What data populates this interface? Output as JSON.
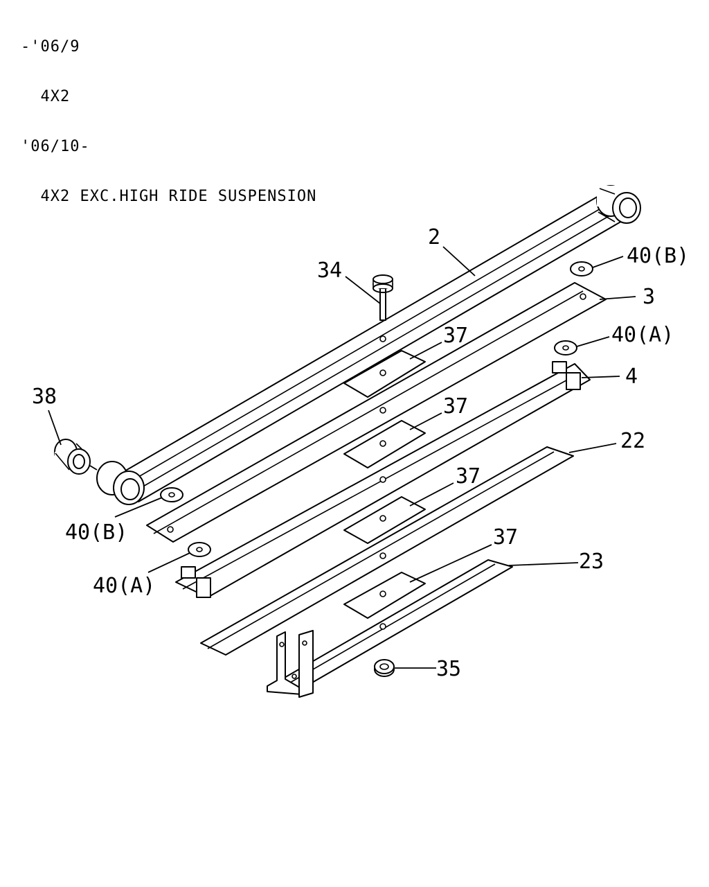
{
  "header": {
    "line1": "-'06/9",
    "line2": "  4X2",
    "line3": "'06/10-",
    "line4": "  4X2 EXC.HIGH RIDE SUSPENSION"
  },
  "callouts": {
    "c2": "2",
    "c3": "3",
    "c4": "4",
    "c22": "22",
    "c23": "23",
    "c34": "34",
    "c35": "35",
    "c37a": "37",
    "c37b": "37",
    "c37c": "37",
    "c37d": "37",
    "c38": "38",
    "c40b_top": "40(B)",
    "c40a_top": "40(A)",
    "c40b_left": "40(B)",
    "c40a_left": "40(A)"
  }
}
